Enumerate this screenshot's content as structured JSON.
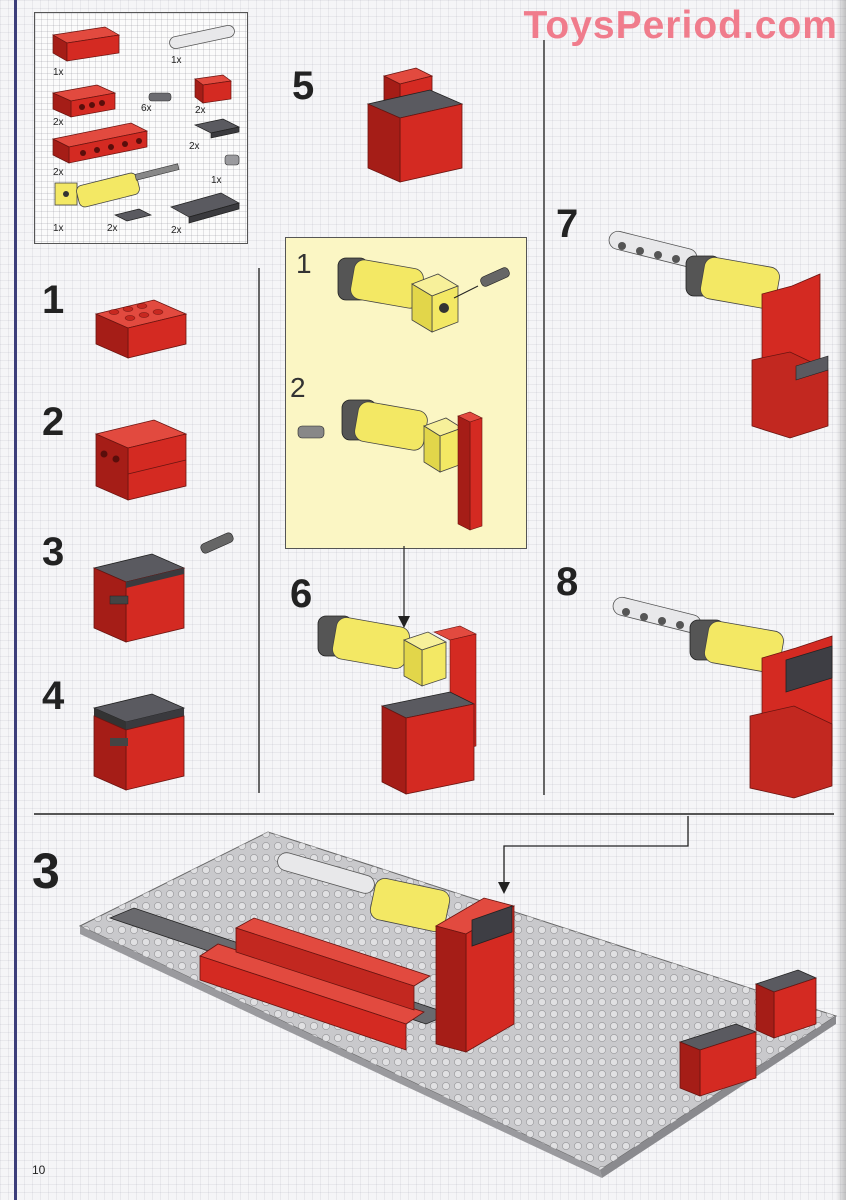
{
  "watermark": "ToysPeriod.com",
  "parts_list": {
    "counts": [
      "1x",
      "1x",
      "6x",
      "2x",
      "2x",
      "2x",
      "2x",
      "1x",
      "1x",
      "2x",
      "2x"
    ]
  },
  "steps": {
    "s1": "1",
    "s2": "2",
    "s3": "3",
    "s4": "4",
    "s5": "5",
    "s6": "6",
    "s7": "7",
    "s8": "8",
    "sub1": "1",
    "sub2": "2",
    "major": "3"
  },
  "page_number": "10",
  "colors": {
    "brick_red": "#d42a22",
    "brick_red_dark": "#9c1a16",
    "plate_dark": "#4a4a4e",
    "cylinder_yellow": "#f3e864",
    "baseplate_grey": "#c9c9cc",
    "callout_fill": "#fbf6c4",
    "watermark": "#f07c8c"
  },
  "icons": [
    "arrow-down-icon",
    "callout-arrow-icon"
  ]
}
